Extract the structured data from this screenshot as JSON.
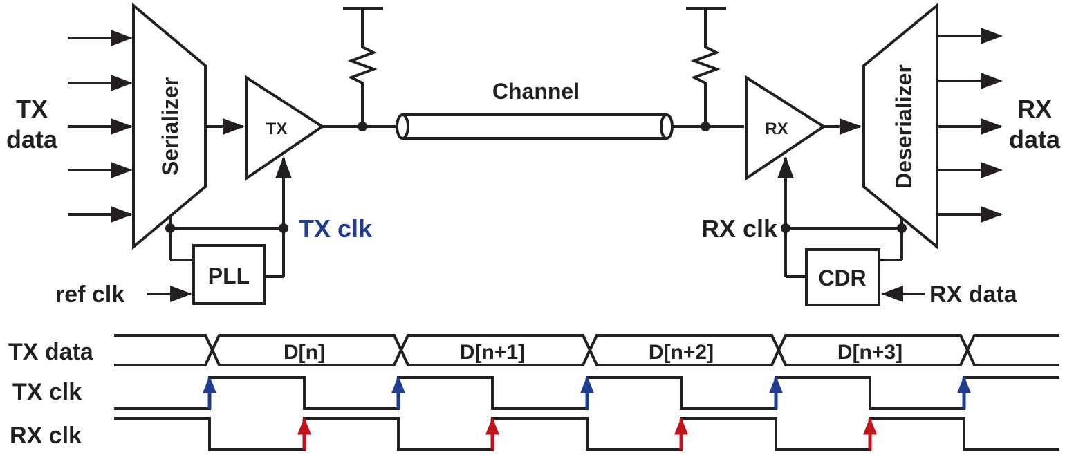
{
  "colors": {
    "ink": "#231f20",
    "tx_clk": "#1f3e8f",
    "rx_edge": "#c0141b"
  },
  "blocks": {
    "serializer": "Serializer",
    "deserializer": "Deserializer",
    "tx": "TX",
    "rx": "RX",
    "channel": "Channel",
    "pll": "PLL",
    "cdr": "CDR"
  },
  "labels": {
    "tx_data": [
      "TX",
      "data"
    ],
    "rx_data": [
      "RX",
      "data"
    ],
    "tx_clk": "TX clk",
    "rx_clk": "RX clk",
    "ref_clk": "ref clk",
    "cdr_input": "RX data"
  },
  "timing": {
    "rows": [
      "TX data",
      "TX clk",
      "RX clk"
    ],
    "data_words": [
      "D[n]",
      "D[n+1]",
      "D[n+2]",
      "D[n+3]"
    ],
    "tx_edge_marker": "arrow-up-blue",
    "rx_edge_marker": "arrow-up-red"
  }
}
